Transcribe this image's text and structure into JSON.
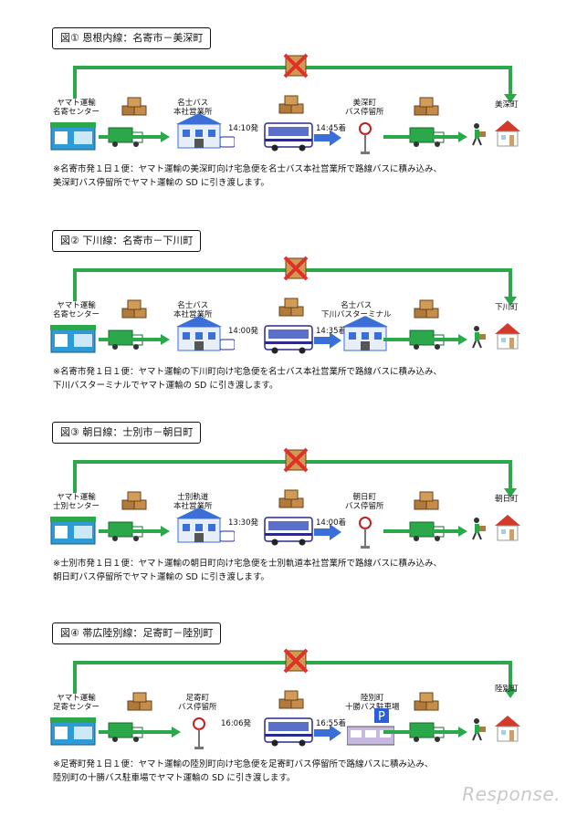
{
  "figures": [
    {
      "title": "図① 恩根内線：名寄市－美深町",
      "origin": "ヤマト運輸\n名寄センター",
      "bus_office": "名士バス\n本社営業所",
      "depart": "14:10発",
      "arrive": "14:45着",
      "stop": "美深町\nバス停留所",
      "dest": "美深町",
      "note1": "※名寄市発１日１便：ヤマト運輸の美深町向け宅急便を名士バス本社営業所で路線バスに積み込み、",
      "note2": "美深町バス停留所でヤマト運輸の SD に引き渡します。"
    },
    {
      "title": "図② 下川線：名寄市－下川町",
      "origin": "ヤマト運輸\n名寄センター",
      "bus_office": "名士バス\n本社営業所",
      "depart": "14:00発",
      "arrive": "14:35着",
      "stop": "名士バス\n下川バスターミナル",
      "dest": "下川町",
      "note1": "※名寄市発１日１便：ヤマト運輸の下川町向け宅急便を名士バス本社営業所で路線バスに積み込み、",
      "note2": "下川バスターミナルでヤマト運輸の SD に引き渡します。"
    },
    {
      "title": "図③ 朝日線：士別市－朝日町",
      "origin": "ヤマト運輸\n士別センター",
      "bus_office": "士別軌道\n本社営業所",
      "depart": "13:30発",
      "arrive": "14:00着",
      "stop": "朝日町\nバス停留所",
      "dest": "朝日町",
      "note1": "※士別市発１日１便：ヤマト運輸の朝日町向け宅急便を士別軌道本社営業所で路線バスに積み込み、",
      "note2": "朝日町バス停留所でヤマト運輸の SD に引き渡します。"
    },
    {
      "title": "図④ 帯広陸別線：足寄町－陸別町",
      "origin": "ヤマト運輸\n足寄センター",
      "bus_office": "足寄町\nバス停留所",
      "depart": "16:06発",
      "arrive": "16:55着",
      "stop": "陸別町\n十勝バス駐車場",
      "dest": "陸別町",
      "note1": "※足寄町発１日１便：ヤマト運輸の陸別町向け宅急便を足寄町バス停留所で路線バスに積み込み、",
      "note2": "陸別町の十勝バス駐車場でヤマト運輸の SD に引き渡します。"
    }
  ],
  "watermark": "Response.",
  "colors": {
    "green": "#2aa84a",
    "blue": "#3a6fd8",
    "red": "#e0302a"
  }
}
